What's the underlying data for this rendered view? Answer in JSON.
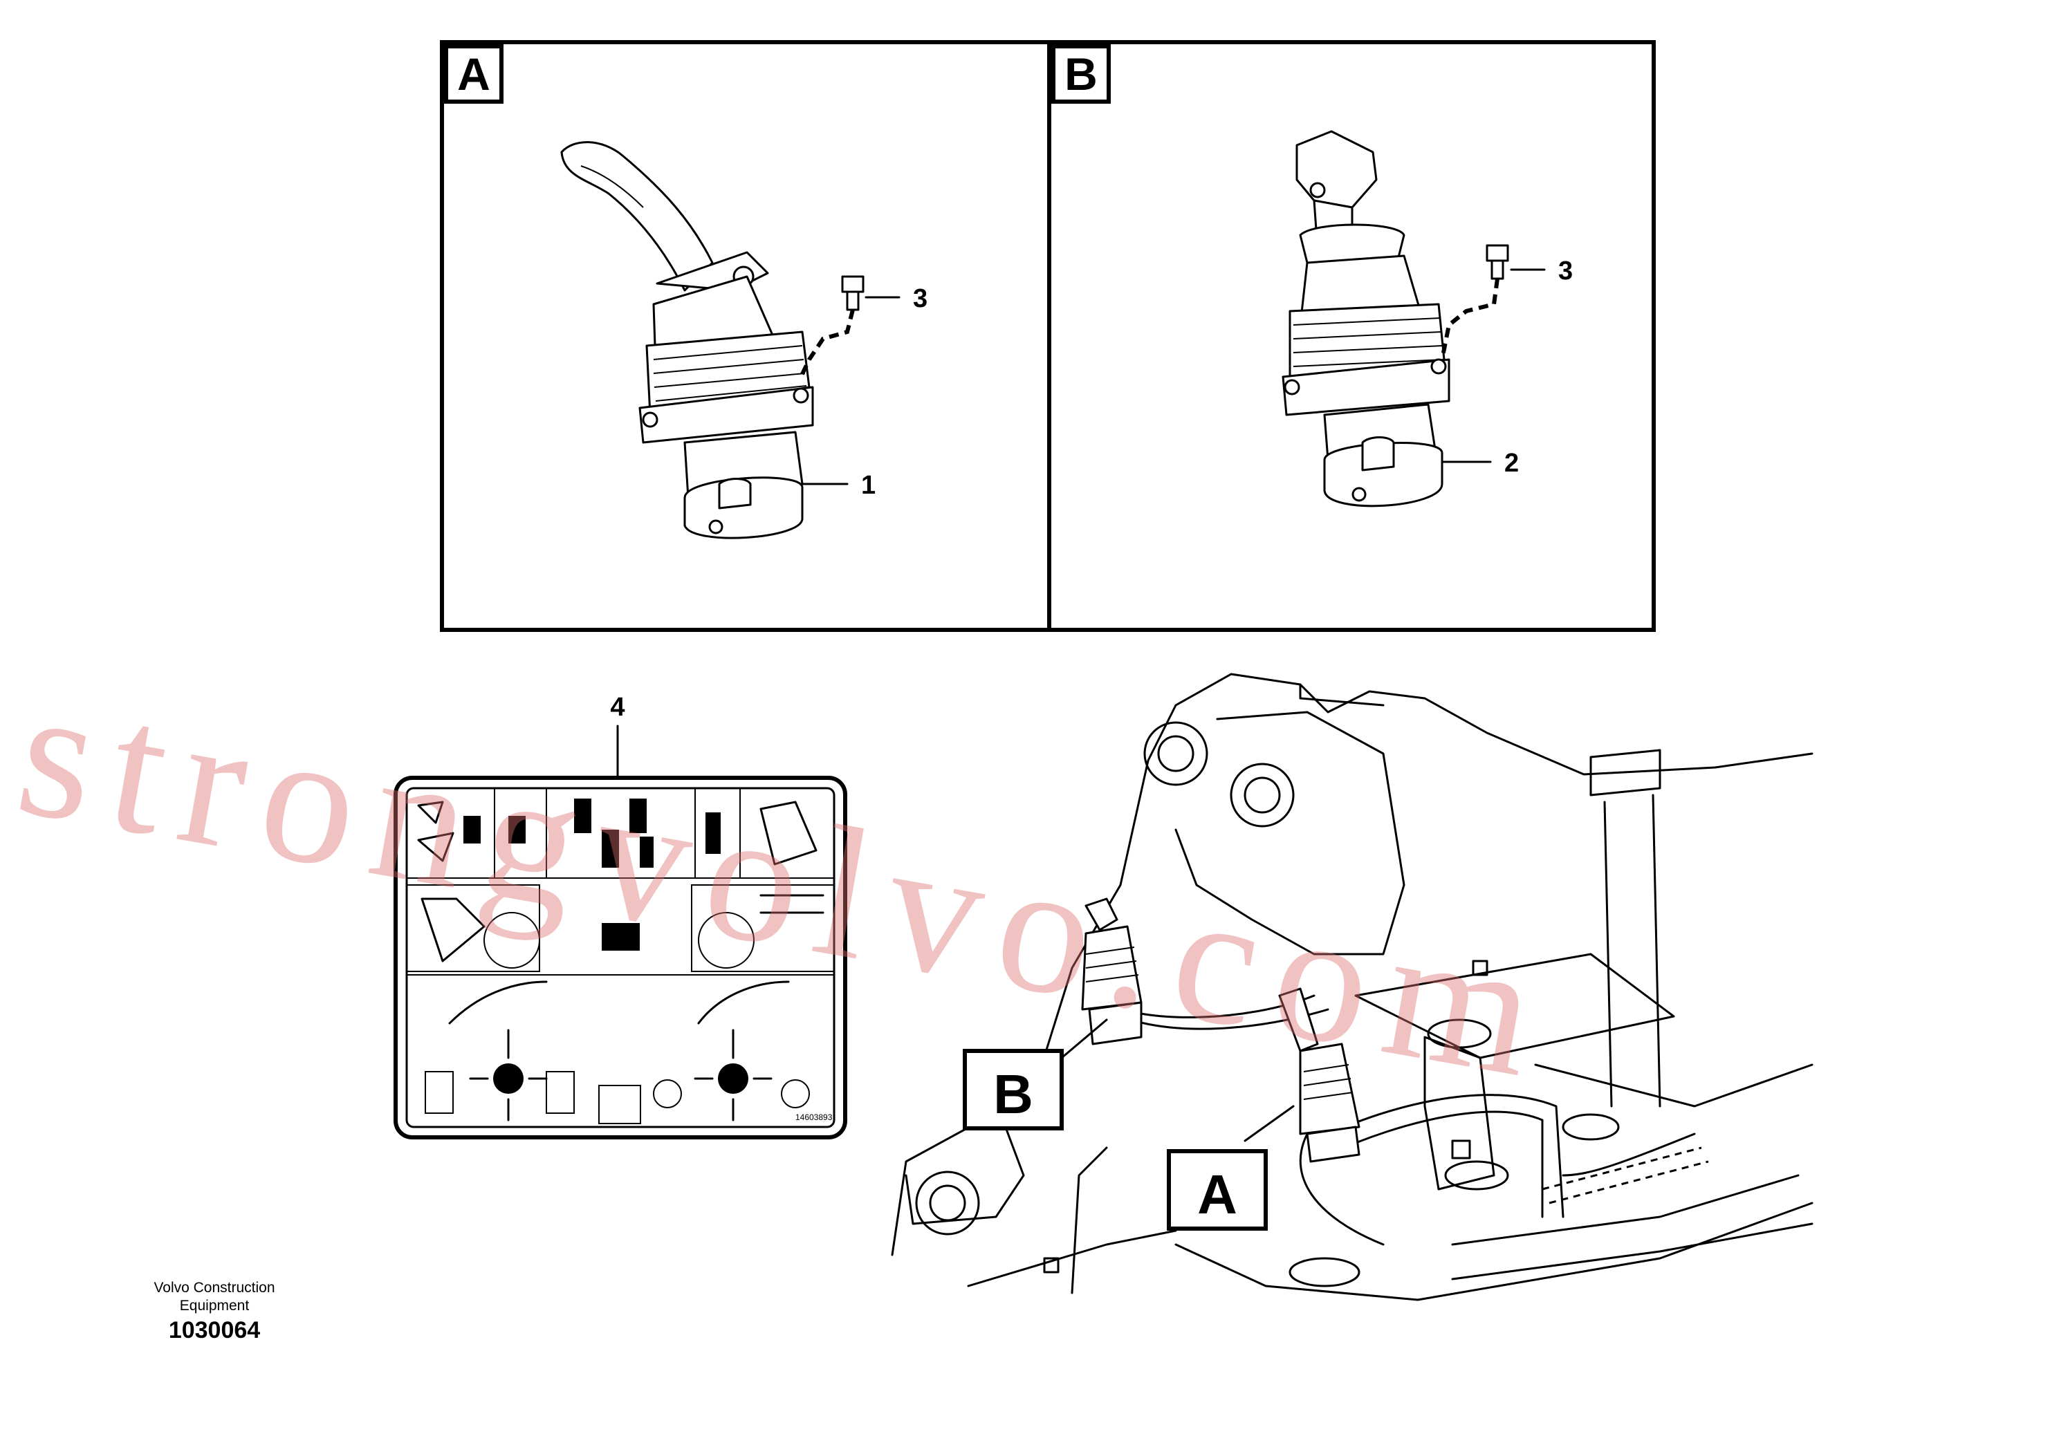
{
  "views": {
    "a": {
      "letter": "A",
      "callout_item": "1",
      "bolt_item": "3"
    },
    "b": {
      "letter": "B",
      "callout_item": "2",
      "bolt_item": "3"
    }
  },
  "decal": {
    "item": "4",
    "code": "14603893"
  },
  "location_callouts": {
    "b": "B",
    "a": "A"
  },
  "footer": {
    "company_line1": "Volvo Construction",
    "company_line2": "Equipment",
    "drawing_number": "1030064"
  },
  "watermark": {
    "text": "strongvolvo.com"
  },
  "colors": {
    "line": "#000000",
    "watermark": "#dc6e6e"
  }
}
